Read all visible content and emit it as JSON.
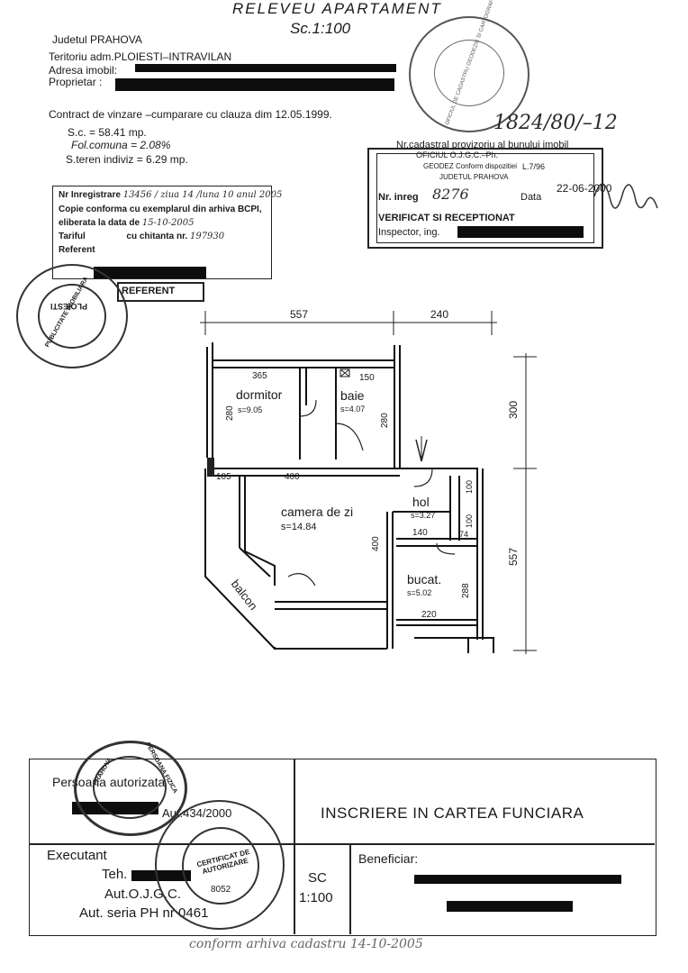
{
  "header": {
    "title": "RELEVEU APARTAMENT",
    "scale": "Sc.1:100",
    "judetul": "Judetul PRAHOVA",
    "teritoriu": "Teritoriu adm.PLOIESTI–INTRAVILAN",
    "adresa_label": "Adresa imobil:",
    "proprietar_label": "Proprietar :",
    "contract": "Contract de vinzare –cumparare cu clauza dim   12.05.1999.",
    "sc": "S.c. =   58.41  mp.",
    "fol": "Fol.comuna = 2.08%",
    "steren": "S.teren indiviz =  6.29  mp."
  },
  "handwritten_id": "1824/80/–12",
  "cadastral": {
    "title": "Nr.cadastral provizoriu al bunului imobil",
    "oficiu": "OFICIUL O.J.G.C.–Ph.",
    "geodez": "GEODEZ Conform dispozitiei",
    "lege": "L.7/96",
    "judetul": "JUDETUL PRAHOVA",
    "nr_label": "Nr. inreg",
    "nr_value": "8276",
    "data_label": "Data",
    "data_value": "22-06-2000",
    "verificat": "VERIFICAT SI RECEPTIONAT",
    "inspector": "Inspector, ing."
  },
  "bcpi": {
    "line1_label": "Nr Inregistrare",
    "line1_values": "13456 / ziua 14 /luna 10 anul 2005",
    "line2": "Copie conforma cu exemplarul din arhiva BCPI,",
    "line3_label": "eliberata la data de",
    "line3_value": "15-10-2005",
    "line4_label": "Tariful",
    "line4_mid": "cu chitanta nr.",
    "line4_value": "197930",
    "referent": "Referent",
    "referent2": "REFERENT"
  },
  "plan": {
    "dims_top": [
      "557",
      "240"
    ],
    "dim_right_top": "300",
    "dim_right_bottom": "557",
    "inner_dims": [
      "365",
      "150",
      "280",
      "280",
      "105",
      "400",
      "100",
      "100",
      "140",
      "74",
      "400",
      "288",
      "220"
    ],
    "rooms": [
      {
        "name": "dormitor",
        "area": "s=9.05"
      },
      {
        "name": "baie",
        "area": "s=4.07"
      },
      {
        "name": "camera de zi",
        "area": "s=14.84"
      },
      {
        "name": "hol",
        "area": "s=3.27"
      },
      {
        "name": "bucat.",
        "area": "s=5.02"
      },
      {
        "name": "balcon",
        "area": ""
      }
    ]
  },
  "footer": {
    "persoana": "Persoana autorizata",
    "persoana_aut": "Aut.434/2000",
    "inscriere": "INSCRIERE IN CARTEA FUNCIARA",
    "executant": "Executant",
    "teh": "Teh.",
    "aut_ojgc": "Aut.O.J.G.C.",
    "aut_seria": "Aut. seria PH nr 0461",
    "sc": "SC",
    "sc_value": "1:100",
    "beneficiar": "Beneficiar:",
    "note": "conform arhiva cadastru 14-10-2005"
  },
  "stamps": {
    "top_right": "OFICIUL DE CADASTRU GEODEZIE SI CARTOGRAFIE PRAHOVA",
    "left": "PUBLICITATE IMOBILIARA",
    "left_city": "PLOIESTI",
    "persoana": "PERSOANA FIZICA",
    "persoana_county": "PRAHOVA",
    "certificat": "CERTIFICAT DE AUTORIZARE",
    "certificat_nr": "8052"
  }
}
